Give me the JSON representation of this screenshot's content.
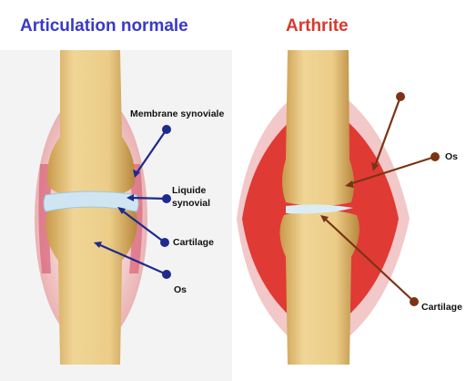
{
  "left": {
    "title": "Articulation normale",
    "labels": {
      "membrane": "Membrane synoviale",
      "liquide_line1": "Liquide",
      "liquide_line2": "synovial",
      "cartilage": "Cartilage",
      "os": "Os"
    }
  },
  "right": {
    "title": "Arthrite",
    "labels": {
      "os": "Os",
      "cartilage": "Cartilage"
    }
  },
  "colors": {
    "title_left": "#3a3ac8",
    "title_right": "#d8392b",
    "pointer_left": "#1e2a8c",
    "pointer_right": "#7a3414",
    "bone": "#e9c987",
    "capsule": "#f2cbcb",
    "inflammation": "#e03a35"
  }
}
